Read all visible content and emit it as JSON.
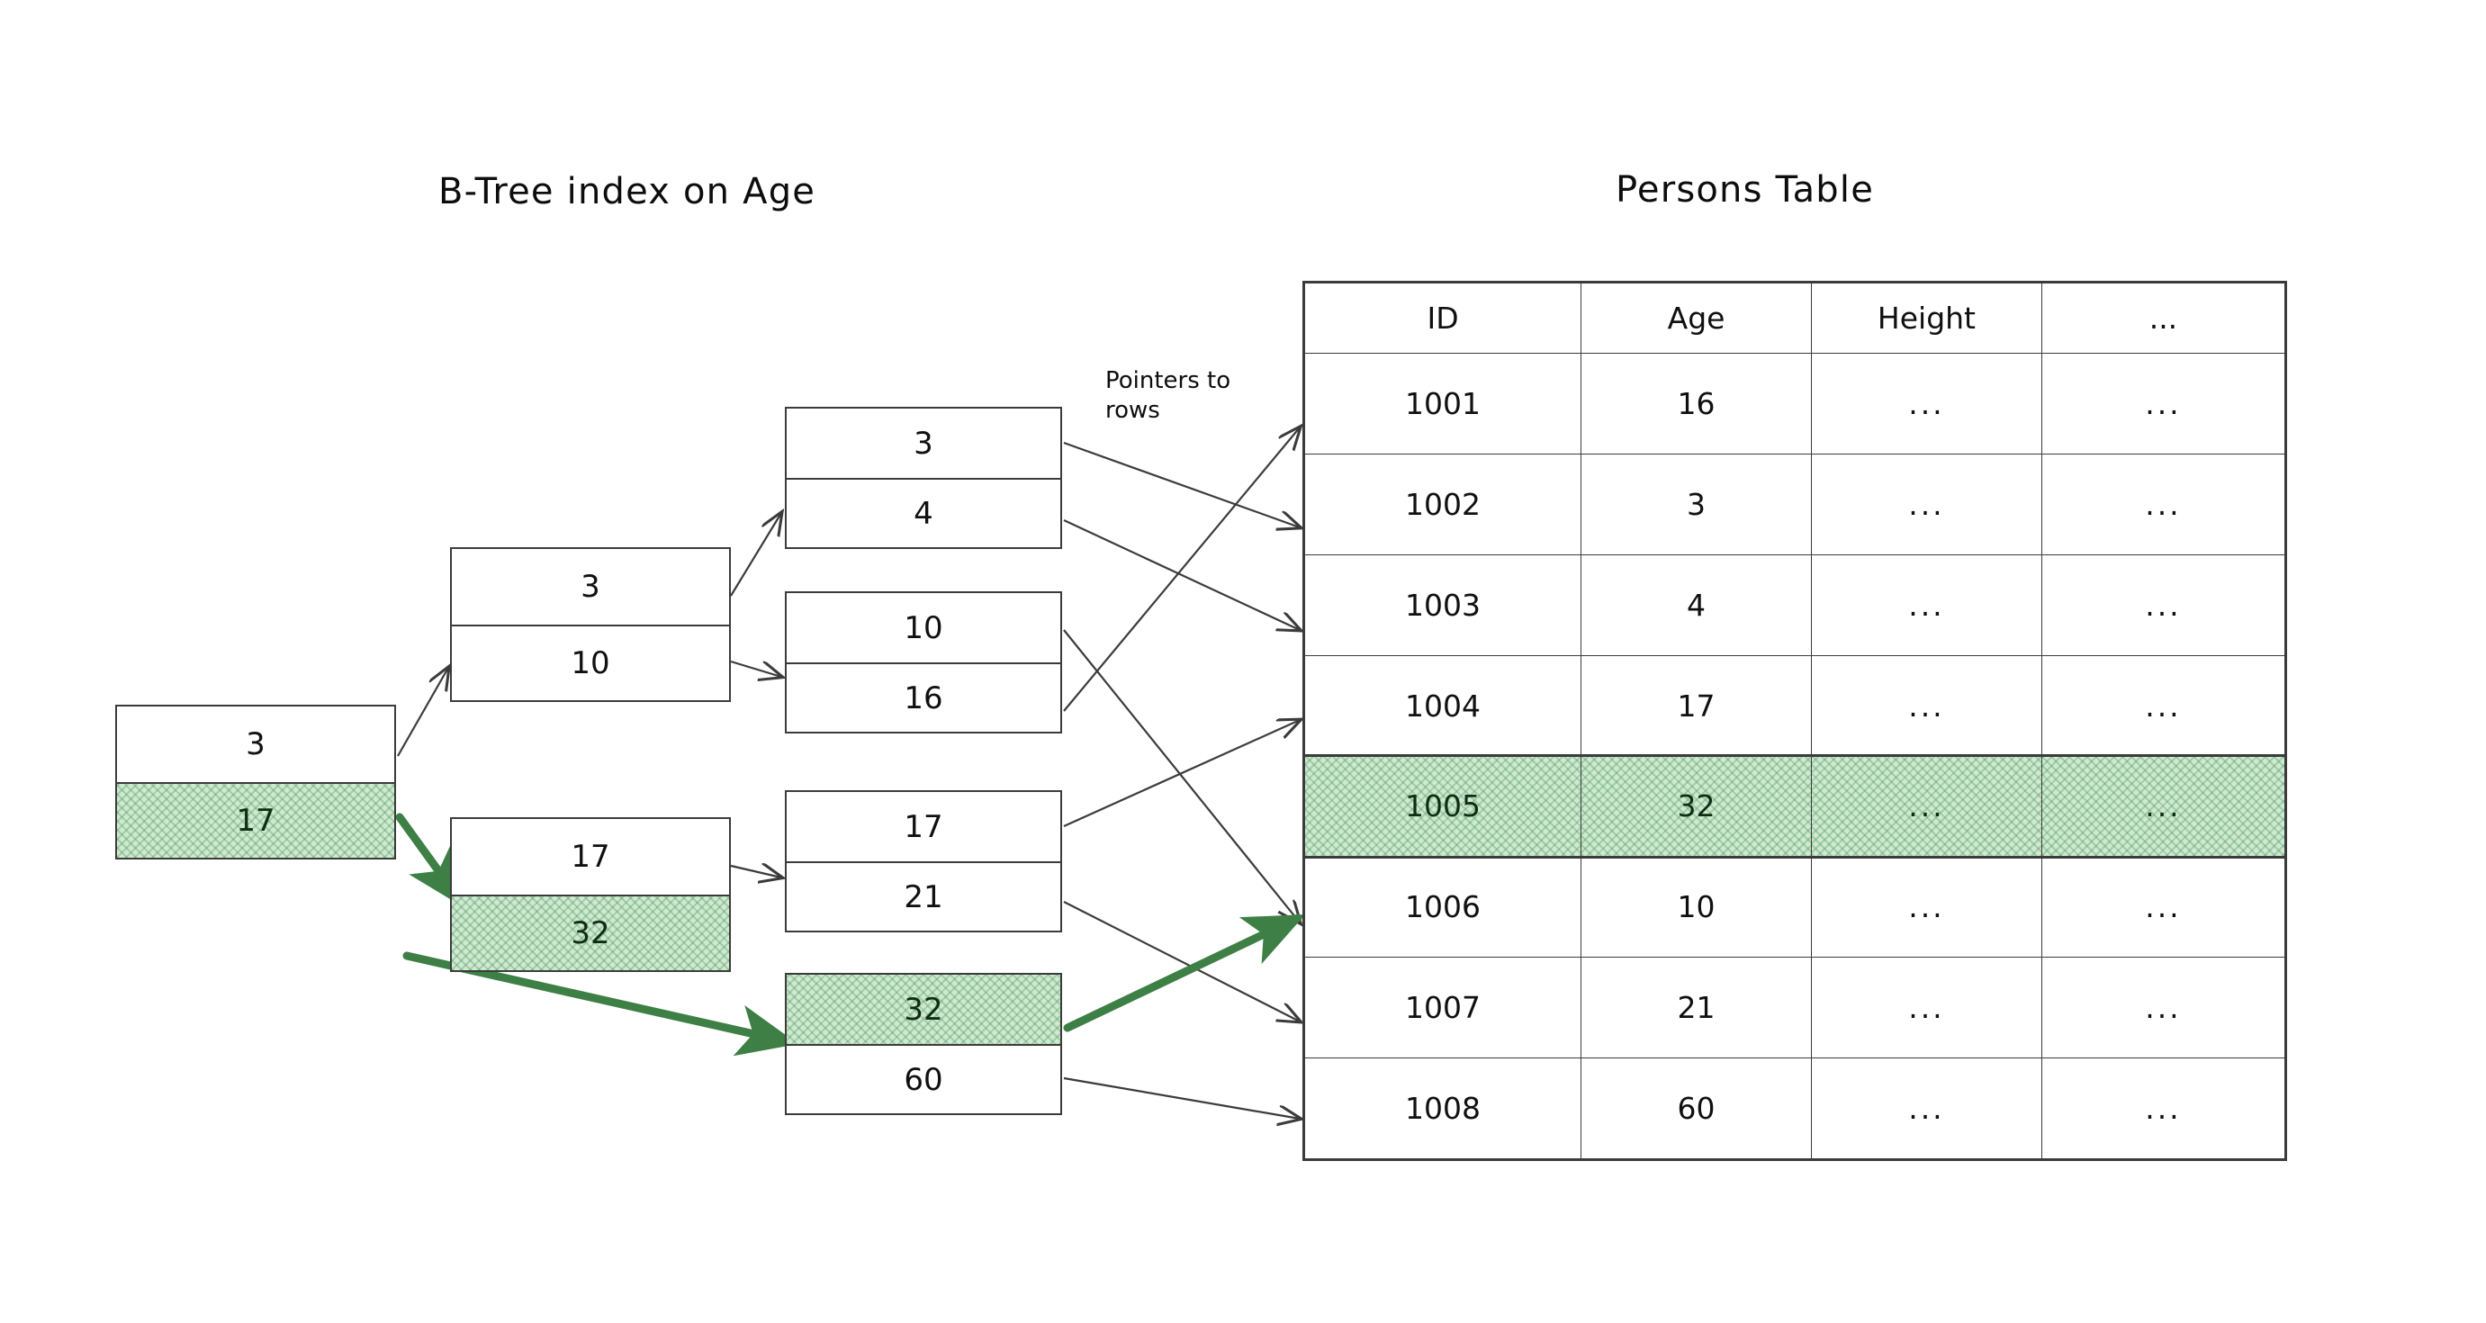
{
  "titles": {
    "btree": "B-Tree index on Age",
    "table": "Persons Table"
  },
  "annotations": {
    "pointers_note": "Pointers to\nrows"
  },
  "colors": {
    "highlight_fill": "#cfe9d2",
    "highlight_stroke": "#3c8c46",
    "green_arrow": "#3d7f45",
    "ink": "#3b3b3b",
    "text": "#101010"
  },
  "btree": {
    "root": {
      "name": "root-node",
      "cells": [
        {
          "value": "3",
          "highlighted": false
        },
        {
          "value": "17",
          "highlighted": true
        }
      ]
    },
    "internal": [
      {
        "name": "internal-node-left",
        "cells": [
          {
            "value": "3",
            "highlighted": false
          },
          {
            "value": "10",
            "highlighted": false
          }
        ]
      },
      {
        "name": "internal-node-right",
        "cells": [
          {
            "value": "17",
            "highlighted": false
          },
          {
            "value": "32",
            "highlighted": true
          }
        ]
      }
    ],
    "leaves": [
      {
        "name": "leaf-node-1",
        "cells": [
          {
            "value": "3",
            "highlighted": false
          },
          {
            "value": "4",
            "highlighted": false
          }
        ]
      },
      {
        "name": "leaf-node-2",
        "cells": [
          {
            "value": "10",
            "highlighted": false
          },
          {
            "value": "16",
            "highlighted": false
          }
        ]
      },
      {
        "name": "leaf-node-3",
        "cells": [
          {
            "value": "17",
            "highlighted": false
          },
          {
            "value": "21",
            "highlighted": false
          }
        ]
      },
      {
        "name": "leaf-node-4",
        "cells": [
          {
            "value": "32",
            "highlighted": true
          },
          {
            "value": "60",
            "highlighted": false
          }
        ]
      }
    ]
  },
  "persons_table": {
    "columns": [
      "ID",
      "Age",
      "Height",
      "..."
    ],
    "rows": [
      {
        "id": "1001",
        "age": "16",
        "height": "...",
        "etc": "...",
        "highlighted": false
      },
      {
        "id": "1002",
        "age": "3",
        "height": "...",
        "etc": "...",
        "highlighted": false
      },
      {
        "id": "1003",
        "age": "4",
        "height": "...",
        "etc": "...",
        "highlighted": false
      },
      {
        "id": "1004",
        "age": "17",
        "height": "...",
        "etc": "...",
        "highlighted": false
      },
      {
        "id": "1005",
        "age": "32",
        "height": "...",
        "etc": "...",
        "highlighted": true
      },
      {
        "id": "1006",
        "age": "10",
        "height": "...",
        "etc": "...",
        "highlighted": false
      },
      {
        "id": "1007",
        "age": "21",
        "height": "...",
        "etc": "...",
        "highlighted": false
      },
      {
        "id": "1008",
        "age": "60",
        "height": "...",
        "etc": "...",
        "highlighted": false
      }
    ]
  }
}
